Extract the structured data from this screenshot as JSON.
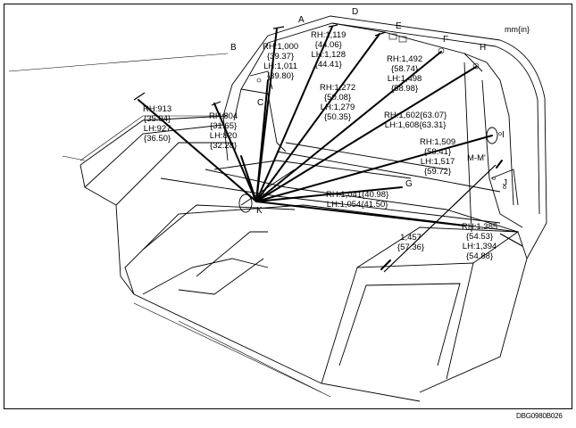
{
  "unit_label": "mm{in}",
  "figure_code": "DBG0980B026",
  "points": [
    {
      "id": "A",
      "letter": "A"
    },
    {
      "id": "B",
      "letter": "B"
    },
    {
      "id": "C",
      "letter": "C"
    },
    {
      "id": "D",
      "letter": "D"
    },
    {
      "id": "E",
      "letter": "E"
    },
    {
      "id": "F",
      "letter": "F"
    },
    {
      "id": "G",
      "letter": "G"
    },
    {
      "id": "H",
      "letter": "H"
    },
    {
      "id": "I",
      "letter": "I"
    },
    {
      "id": "J",
      "letter": "J"
    },
    {
      "id": "K",
      "letter": "K"
    }
  ],
  "dimensions": [
    {
      "id": "rh913",
      "lines": [
        "RH:913",
        "{35.94}",
        "LH:927",
        "{36.50}"
      ]
    },
    {
      "id": "rh804",
      "lines": [
        "RH:804",
        "{31.65}",
        "LH:820",
        "{32.28}"
      ]
    },
    {
      "id": "rh1000",
      "lines": [
        "RH:1,000",
        "{39.37}",
        "LH:1,011",
        "{39.80}"
      ]
    },
    {
      "id": "rh1119",
      "lines": [
        "RH:1,119",
        "{44.06}",
        "LH:1,128",
        "{44.41}"
      ]
    },
    {
      "id": "rh1272",
      "lines": [
        "RH:1,272",
        "{50.08}",
        "LH:1,279",
        "{50.35}"
      ]
    },
    {
      "id": "rh1492",
      "lines": [
        "RH:1,492",
        "{58.74}",
        "LH:1,498",
        "{58.98}"
      ]
    },
    {
      "id": "rh1602",
      "lines": [
        "RH:1,602{63.07}",
        "LH:1,608{63.31}"
      ]
    },
    {
      "id": "rh1509",
      "lines": [
        "RH:1,509",
        "{59.41}",
        "LH:1,517",
        "{59.72}"
      ]
    },
    {
      "id": "mm",
      "lines": [
        "M-M'"
      ]
    },
    {
      "id": "rh1041",
      "lines": [
        "RH:1,041{40.98}",
        "LH:1,054{41.50}"
      ]
    },
    {
      "id": "rh1385",
      "lines": [
        "RH:1,385",
        "{54.53}",
        "LH:1,394",
        "{54.88}"
      ]
    },
    {
      "id": "d1457",
      "lines": [
        "1,457",
        "{57.36}"
      ]
    }
  ]
}
